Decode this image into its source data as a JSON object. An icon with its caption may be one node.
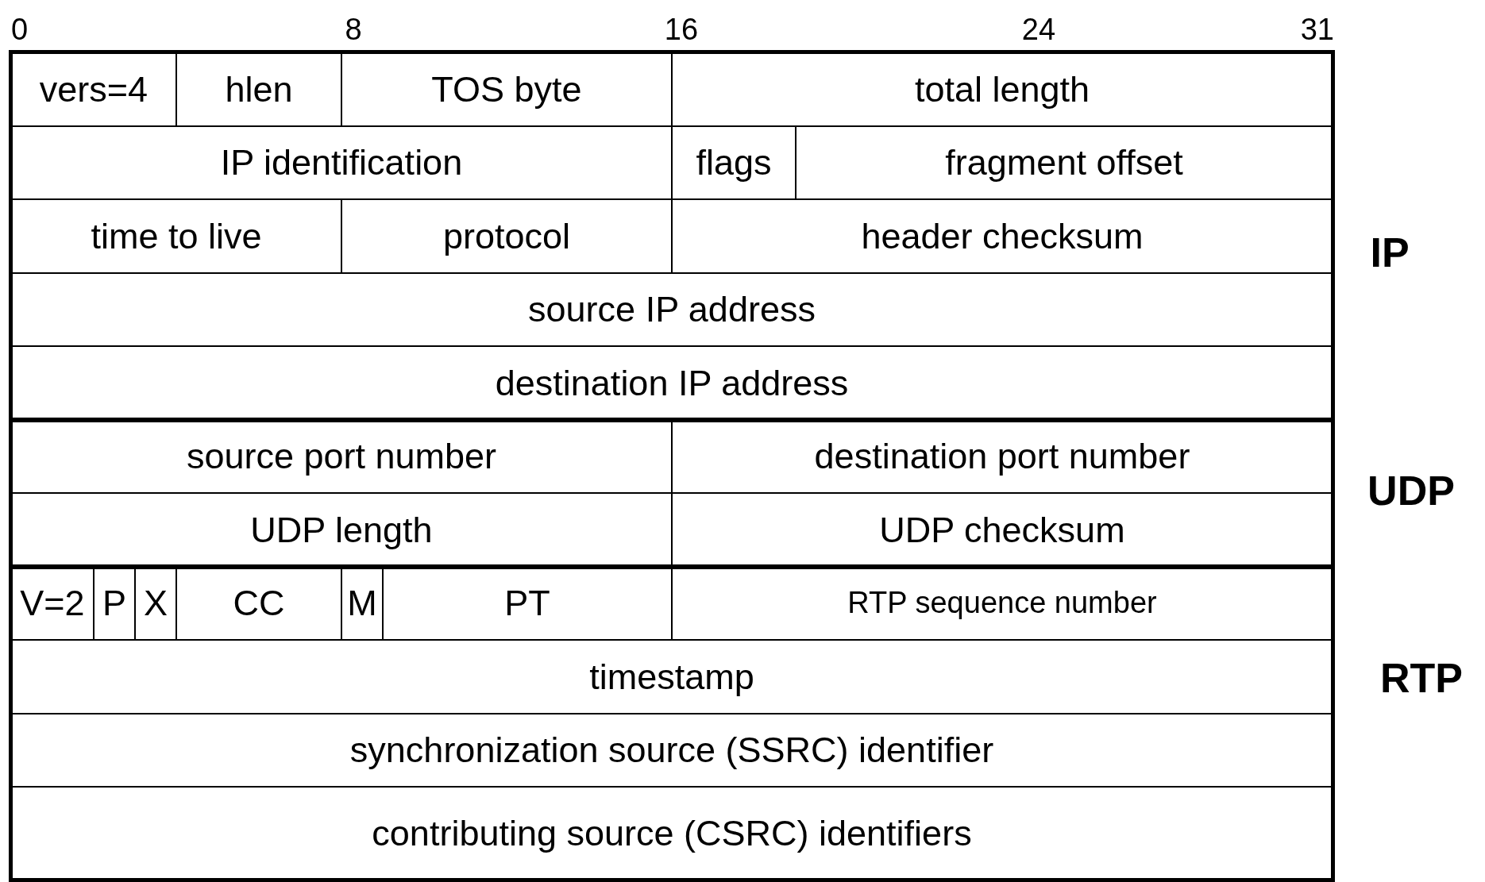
{
  "diagram": {
    "nodes": [
      {
        "text": [
          "vers=4"
        ]
      },
      {
        "text": [
          "hlen"
        ]
      },
      {
        "text": [
          "TOS byte"
        ]
      },
      {
        "text": [
          "total length"
        ]
      },
      {
        "text": [
          "IP identification"
        ]
      },
      {
        "text": [
          "flags"
        ]
      },
      {
        "text": [
          "fragment offset"
        ]
      },
      {
        "text": [
          "time to live"
        ]
      },
      {
        "text": [
          "protocol"
        ]
      },
      {
        "text": [
          "header checksum"
        ]
      },
      {
        "text": [
          "source IP address"
        ]
      },
      {
        "text": [
          "destination IP address"
        ]
      },
      {
        "text": [
          "source port number"
        ]
      },
      {
        "text": [
          "destination port number"
        ]
      },
      {
        "text": [
          "UDP length"
        ]
      },
      {
        "text": [
          "UDP checksum"
        ]
      },
      {
        "text": [
          "V=2"
        ]
      },
      {
        "text": [
          "P"
        ]
      },
      {
        "text": [
          "X"
        ]
      },
      {
        "text": [
          "CC"
        ]
      },
      {
        "text": [
          "M"
        ]
      },
      {
        "text": [
          "PT"
        ]
      },
      {
        "text": [
          "RTP sequence number"
        ]
      },
      {
        "text": [
          "timestamp"
        ]
      },
      {
        "text": [
          "synchronization source (SSRC) identifier"
        ]
      },
      {
        "text": [
          "contributing source (CSRC) identifiers"
        ]
      }
    ],
    "labels": [
      "0",
      "8",
      "16",
      "24",
      "31",
      "IP",
      "UDP",
      "RTP"
    ]
  }
}
